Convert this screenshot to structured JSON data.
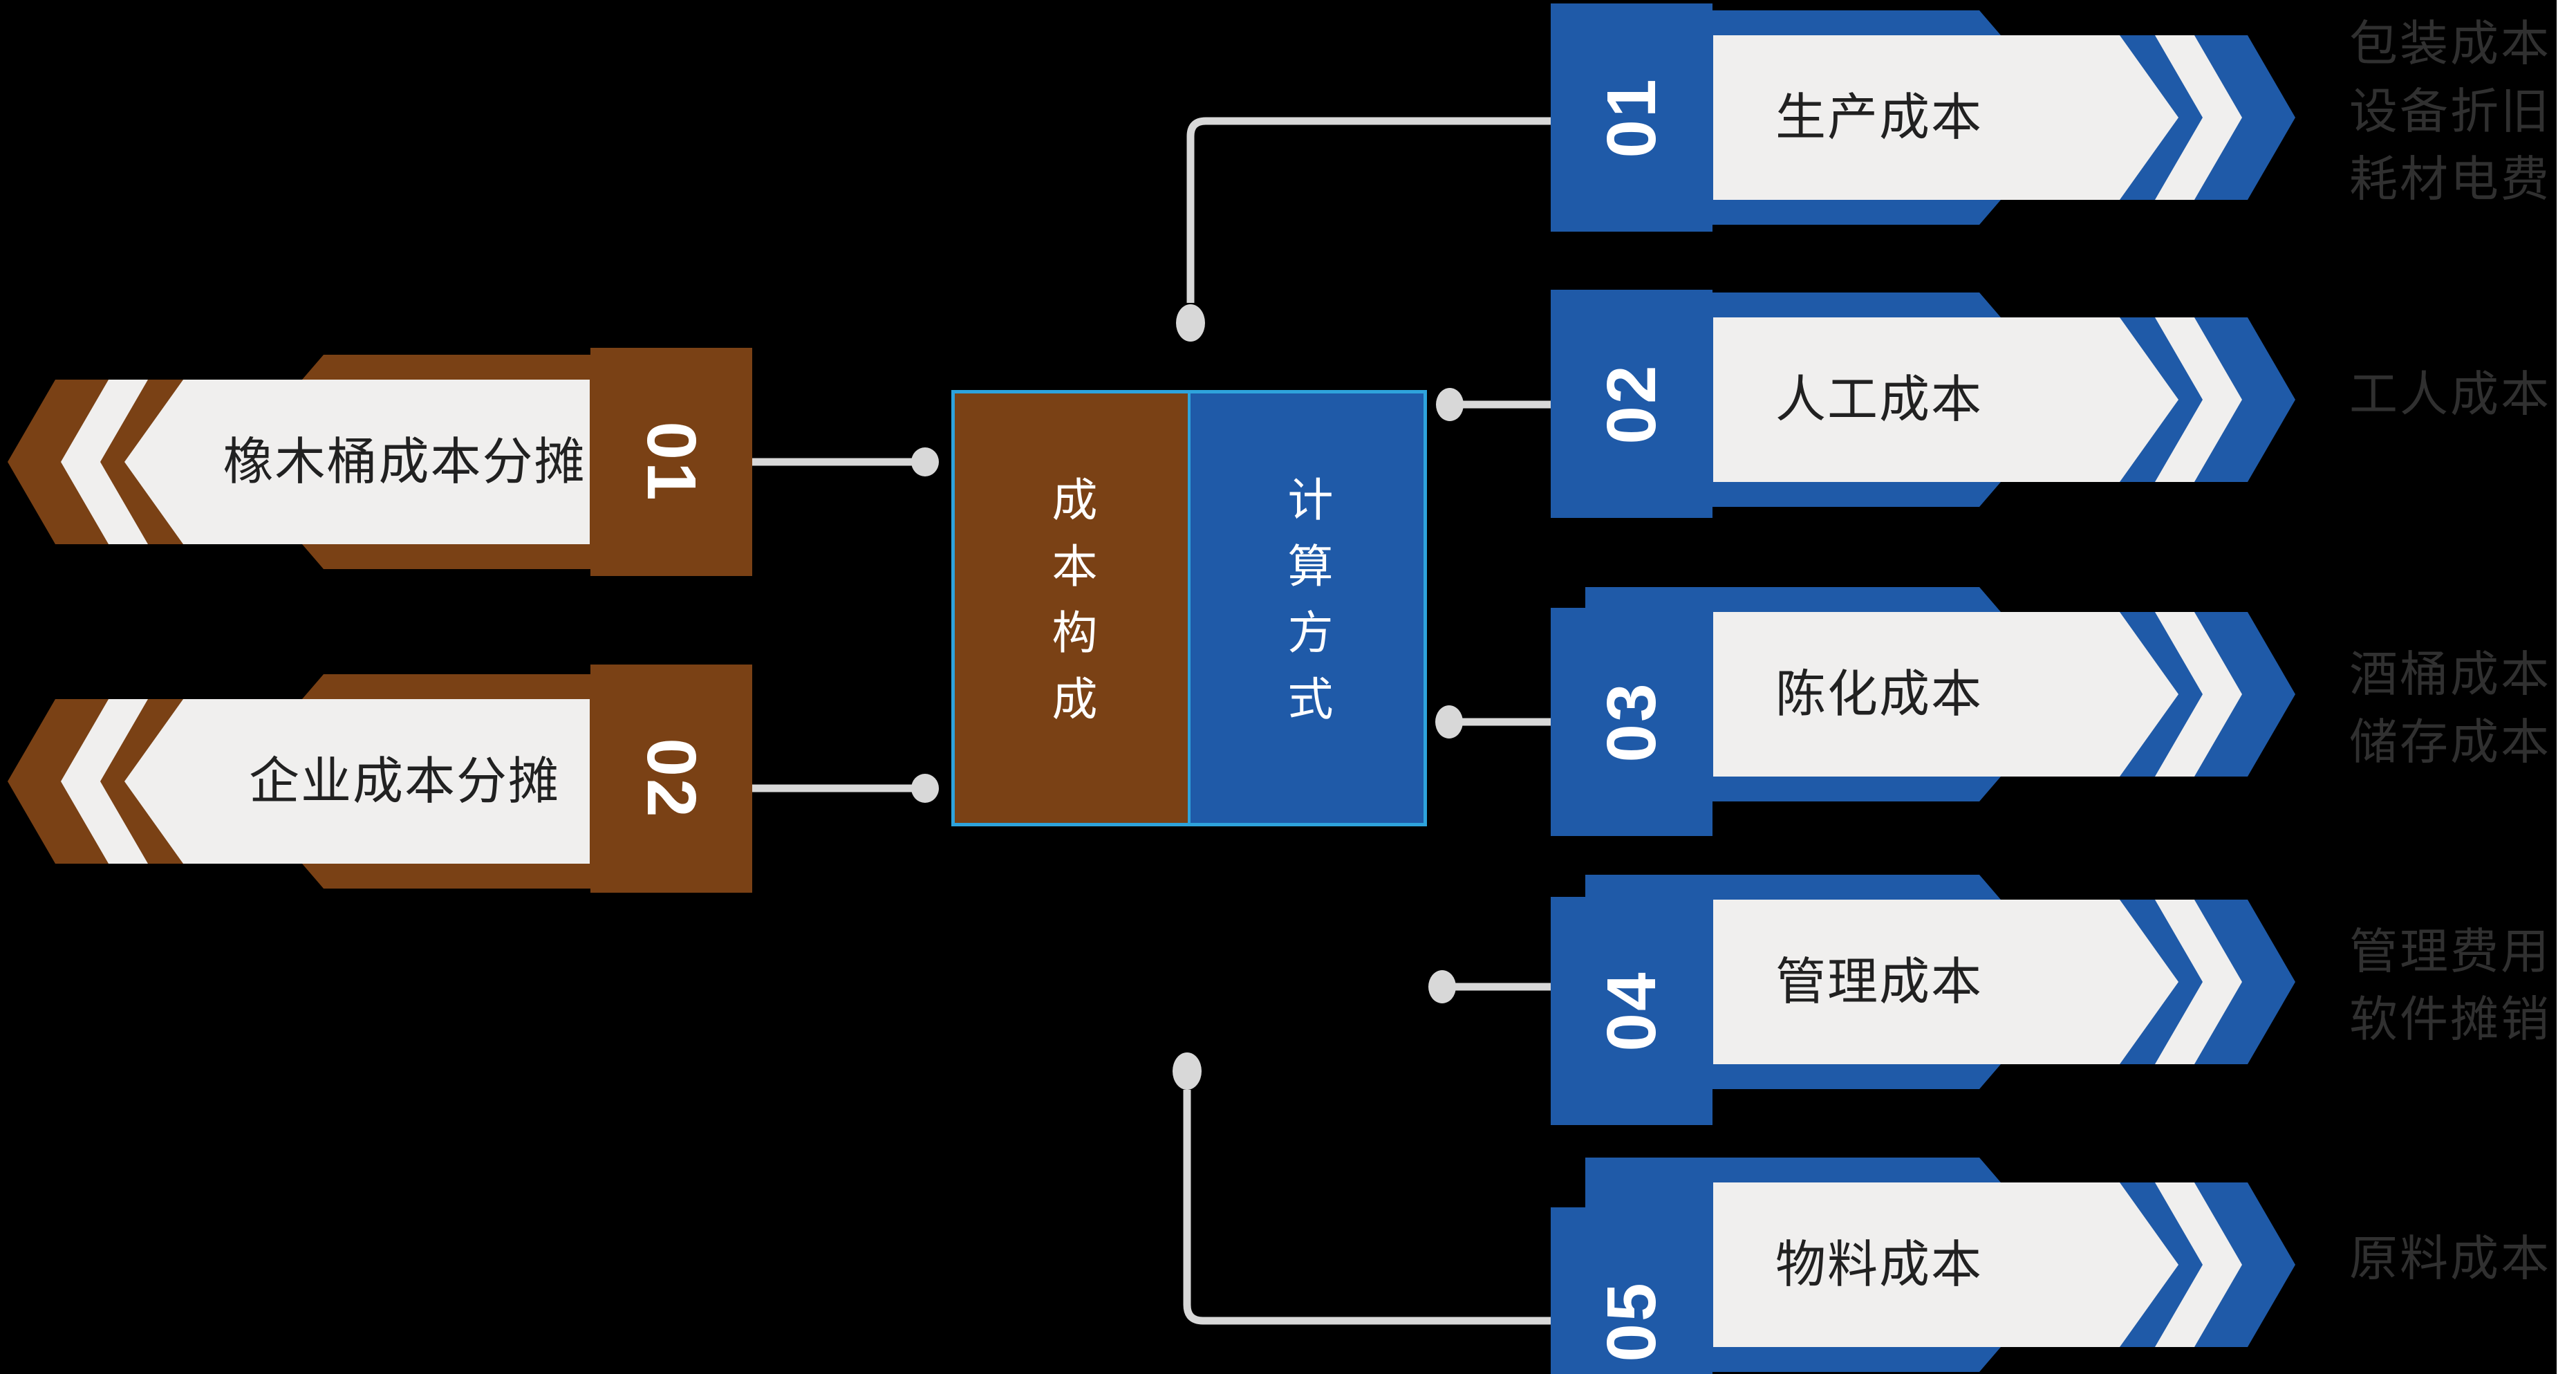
{
  "center_box": {
    "left_label": "成本构成",
    "right_label": "计算方式"
  },
  "left_arrows": [
    {
      "number": "01",
      "label": "橡木桶成本分摊"
    },
    {
      "number": "02",
      "label": "企业成本分摊"
    }
  ],
  "right_arrows": [
    {
      "number": "01",
      "label": "生产成本",
      "annotation_lines": [
        "包装成本",
        "设备折旧",
        "耗材电费"
      ]
    },
    {
      "number": "02",
      "label": "人工成本",
      "annotation_lines": [
        "工人成本"
      ]
    },
    {
      "number": "03",
      "label": "陈化成本",
      "annotation_lines": [
        "酒桶成本",
        "储存成本"
      ]
    },
    {
      "number": "04",
      "label": "管理成本",
      "annotation_lines": [
        "管理费用",
        "软件摊销"
      ]
    },
    {
      "number": "05",
      "label": "物料成本",
      "annotation_lines": [
        "原料成本"
      ]
    }
  ],
  "colors": {
    "background": "#000000",
    "blue": "#1f5aa8",
    "brown": "#7a4115",
    "plate": "#f0efee",
    "cyan_border": "#2ea3dc",
    "connector": "#d8d8d8",
    "annotation_text": "#303030",
    "label_text": "#212121",
    "number_text": "#ffffff",
    "edge_strip": "#ffffff"
  }
}
